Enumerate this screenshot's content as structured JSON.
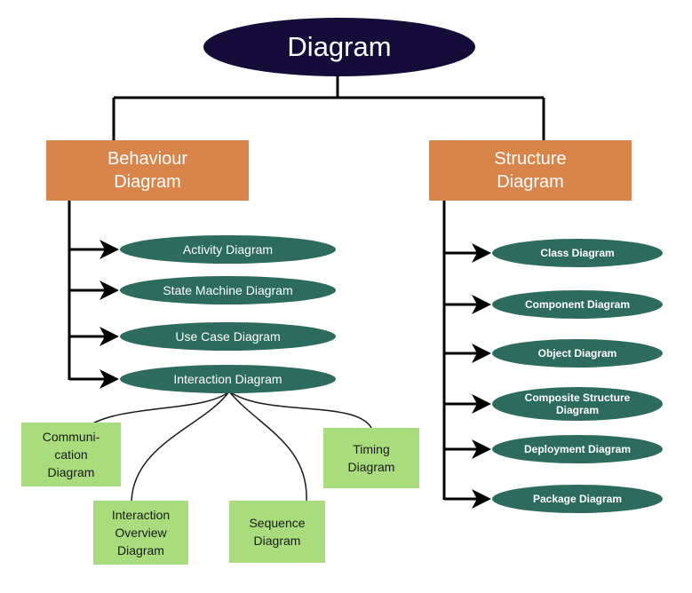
{
  "root": {
    "label": "Diagram",
    "color": "#160c3a"
  },
  "categories": [
    {
      "label": "Behaviour\nDiagram",
      "color": "#d9844a"
    },
    {
      "label": "Structure\nDiagram",
      "color": "#d9844a"
    }
  ],
  "behaviour_items": [
    "Activity Diagram",
    "State Machine Diagram",
    "Use Case Diagram",
    "Interaction Diagram"
  ],
  "interaction_subtypes": [
    "Communi-\ncation\nDiagram",
    "Interaction\nOverview\nDiagram",
    "Sequence\nDiagram",
    "Timing\nDiagram"
  ],
  "structure_items": [
    "Class Diagram",
    "Component Diagram",
    "Object Diagram",
    "Composite Structure\nDiagram",
    "Deployment Diagram",
    "Package Diagram"
  ],
  "colors": {
    "item_ellipse": "#2d6b5f",
    "leaf_box": "#a9dc7c",
    "connector": "#000000"
  }
}
